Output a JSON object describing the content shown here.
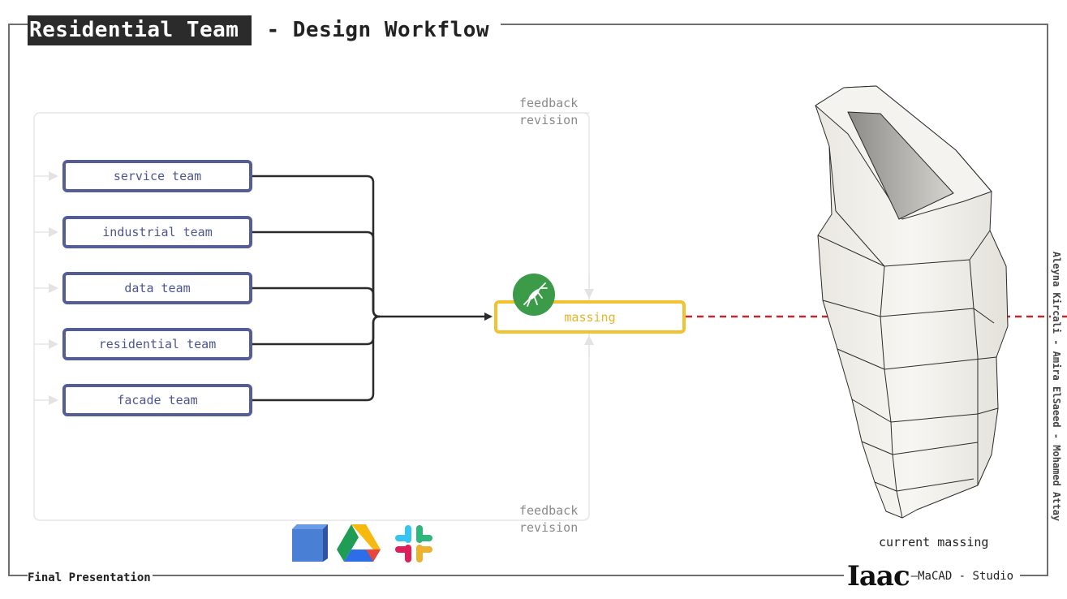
{
  "title": {
    "main": "Residential Team",
    "sub": "- Design Workflow"
  },
  "teams": [
    {
      "label": "service team"
    },
    {
      "label": "industrial team"
    },
    {
      "label": "data team"
    },
    {
      "label": "residential team"
    },
    {
      "label": "facade team"
    }
  ],
  "massing": {
    "label": "massing",
    "icon": "grasshopper-icon"
  },
  "feedback": {
    "top": {
      "line1": "feedback",
      "line2": "revision"
    },
    "bottom": {
      "line1": "feedback",
      "line2": "revision"
    }
  },
  "apps": [
    {
      "icon": "speckle-cube-icon"
    },
    {
      "icon": "google-drive-icon"
    },
    {
      "icon": "slack-icon"
    }
  ],
  "model": {
    "caption": "current massing"
  },
  "authors": "Aleyna Kircali - Amira ElSaeed - Mohamed Attay",
  "footer": {
    "left": "Final Presentation",
    "logo": "Iaac",
    "right": "—MaCAD - Studio"
  },
  "colors": {
    "team_border": "#555d97",
    "massing_border": "#f2c230",
    "link_line": "#c0282d",
    "frame": "#6e6e6e"
  }
}
